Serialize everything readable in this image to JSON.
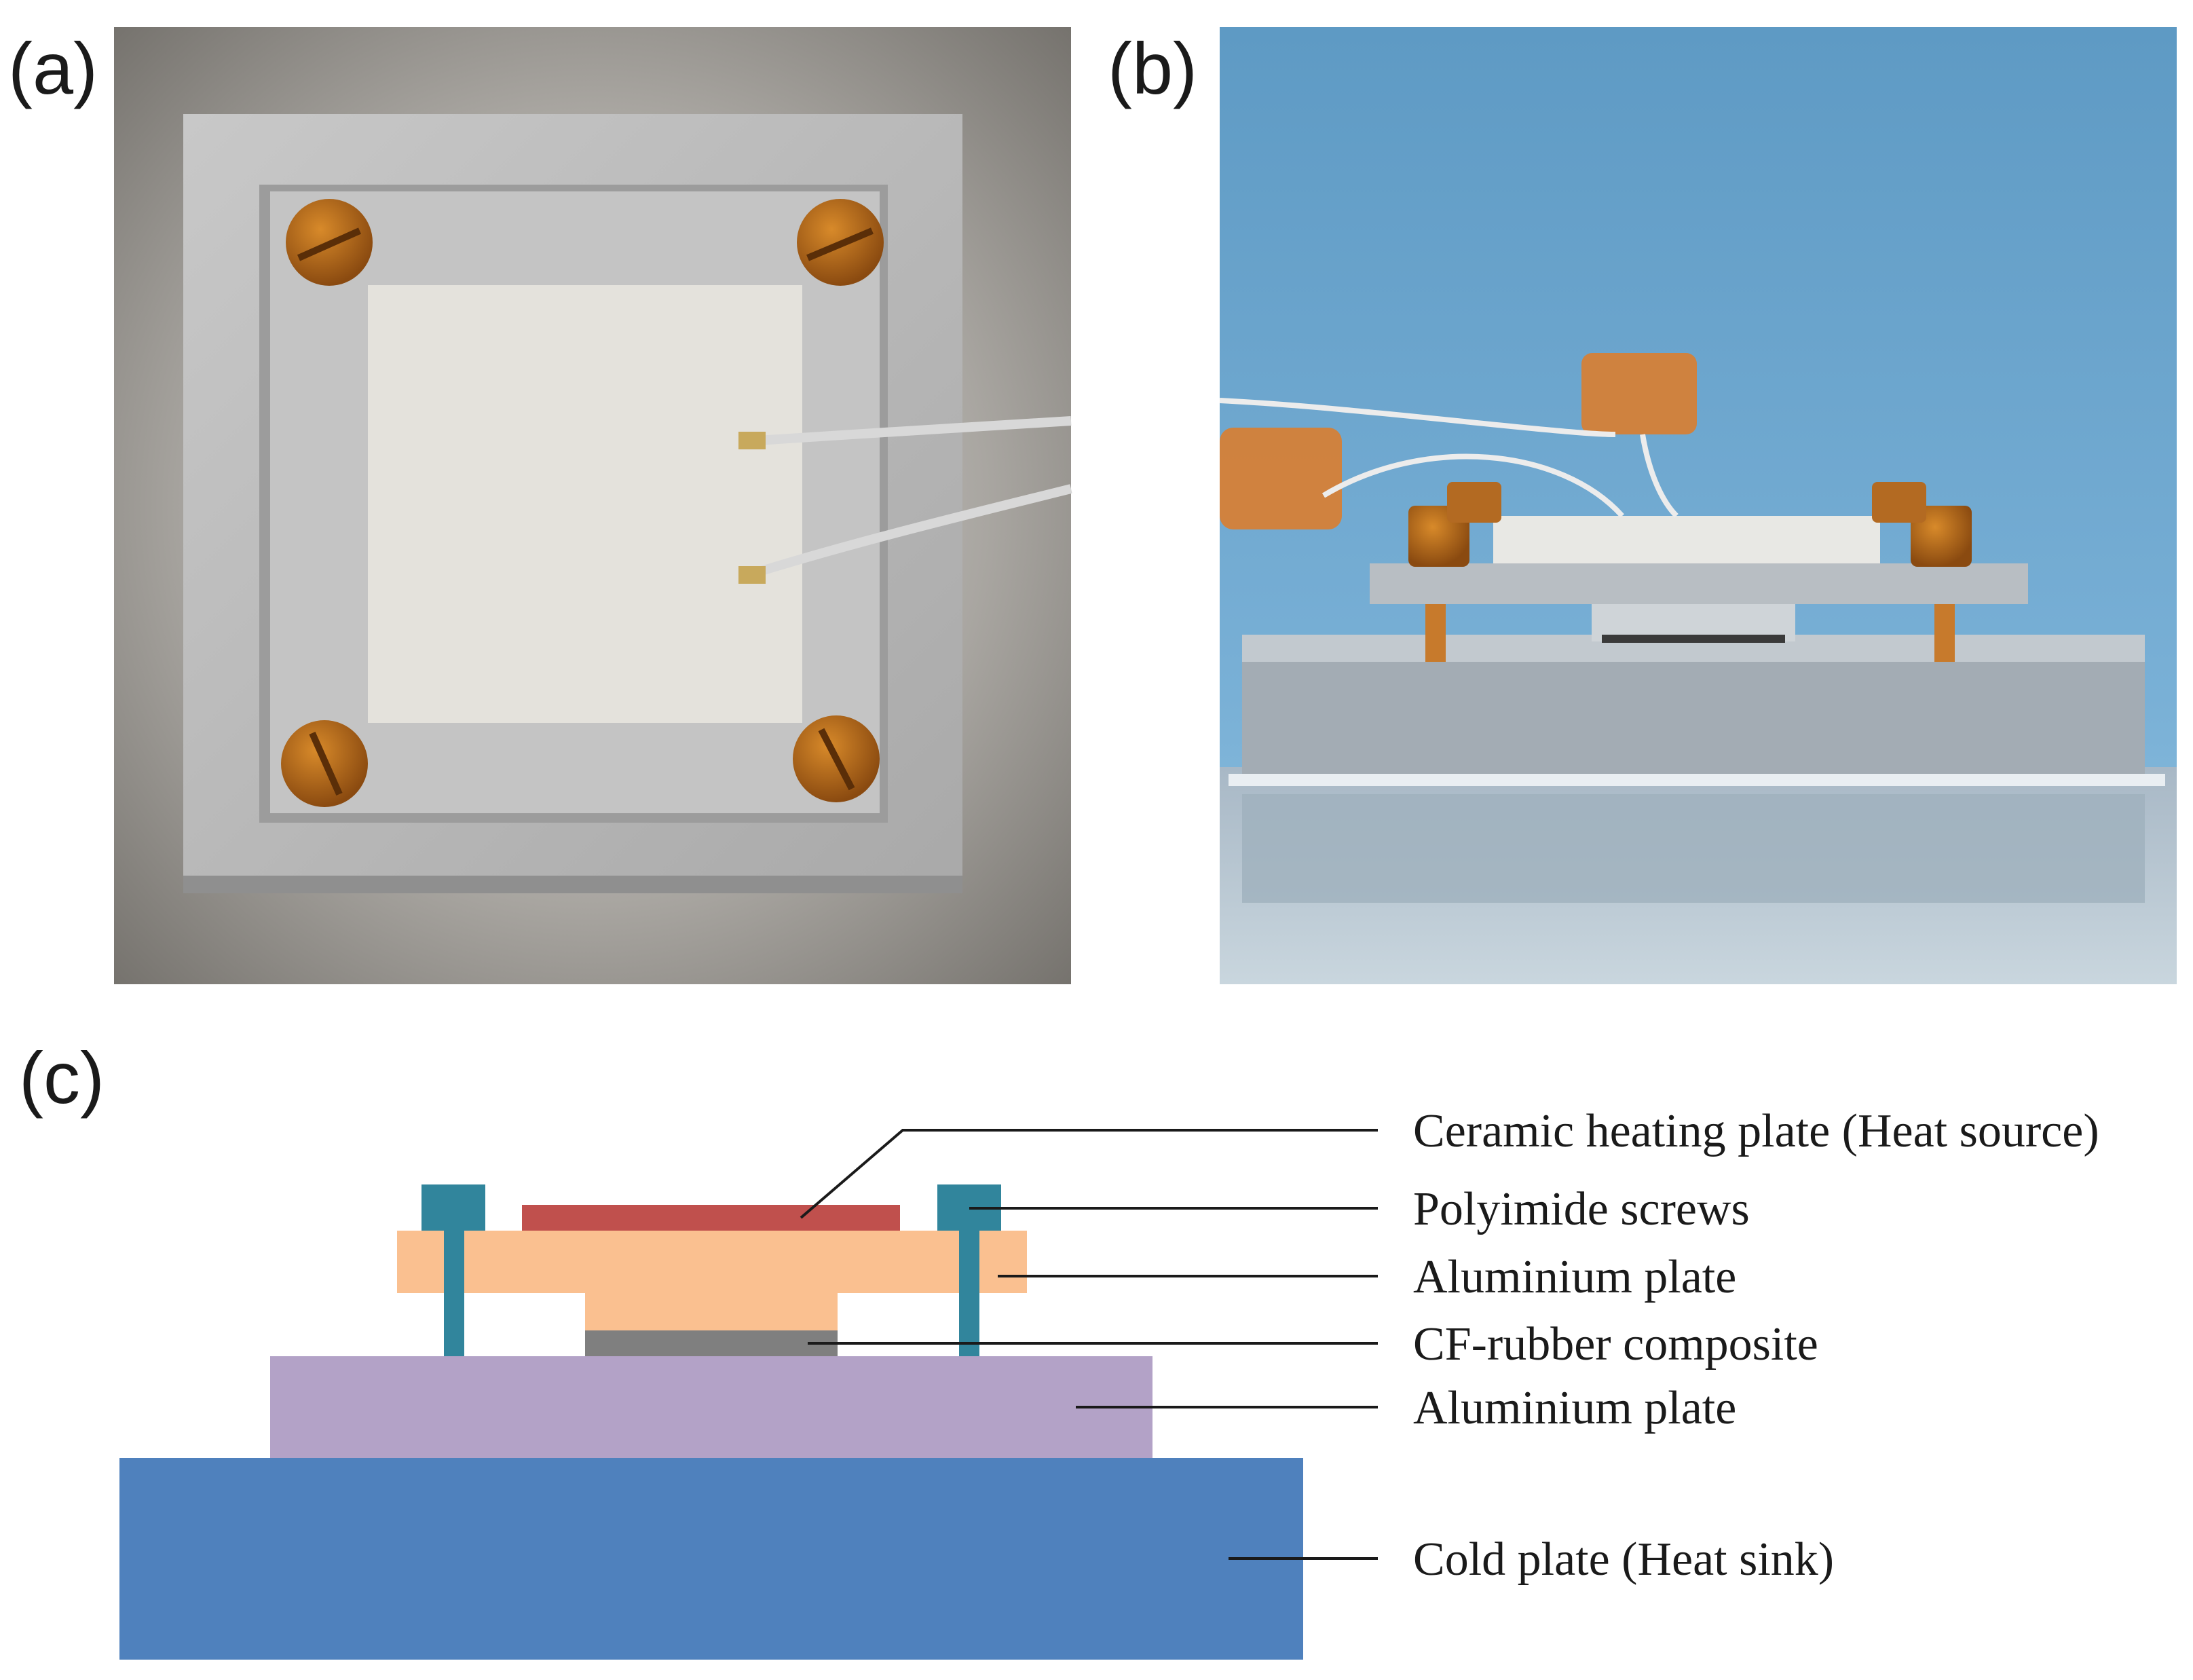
{
  "panels": {
    "a": {
      "label": "(a)"
    },
    "b": {
      "label": "(b)"
    },
    "c": {
      "label": "(c)"
    }
  },
  "diagram": {
    "labels": {
      "heating_plate": "Ceramic heating plate (Heat source)",
      "screws": "Polyimide screws",
      "upper_plate": "Aluminium plate",
      "composite": "CF-rubber composite",
      "lower_plate": "Aluminium plate",
      "cold_plate": "Cold plate (Heat sink)"
    },
    "colors": {
      "heating_plate": "#c0504d",
      "screws": "#31859c",
      "upper_plate": "#fac090",
      "composite": "#7f7f7f",
      "lower_plate": "#b3a2c7",
      "cold_plate": "#4f81bd"
    }
  }
}
